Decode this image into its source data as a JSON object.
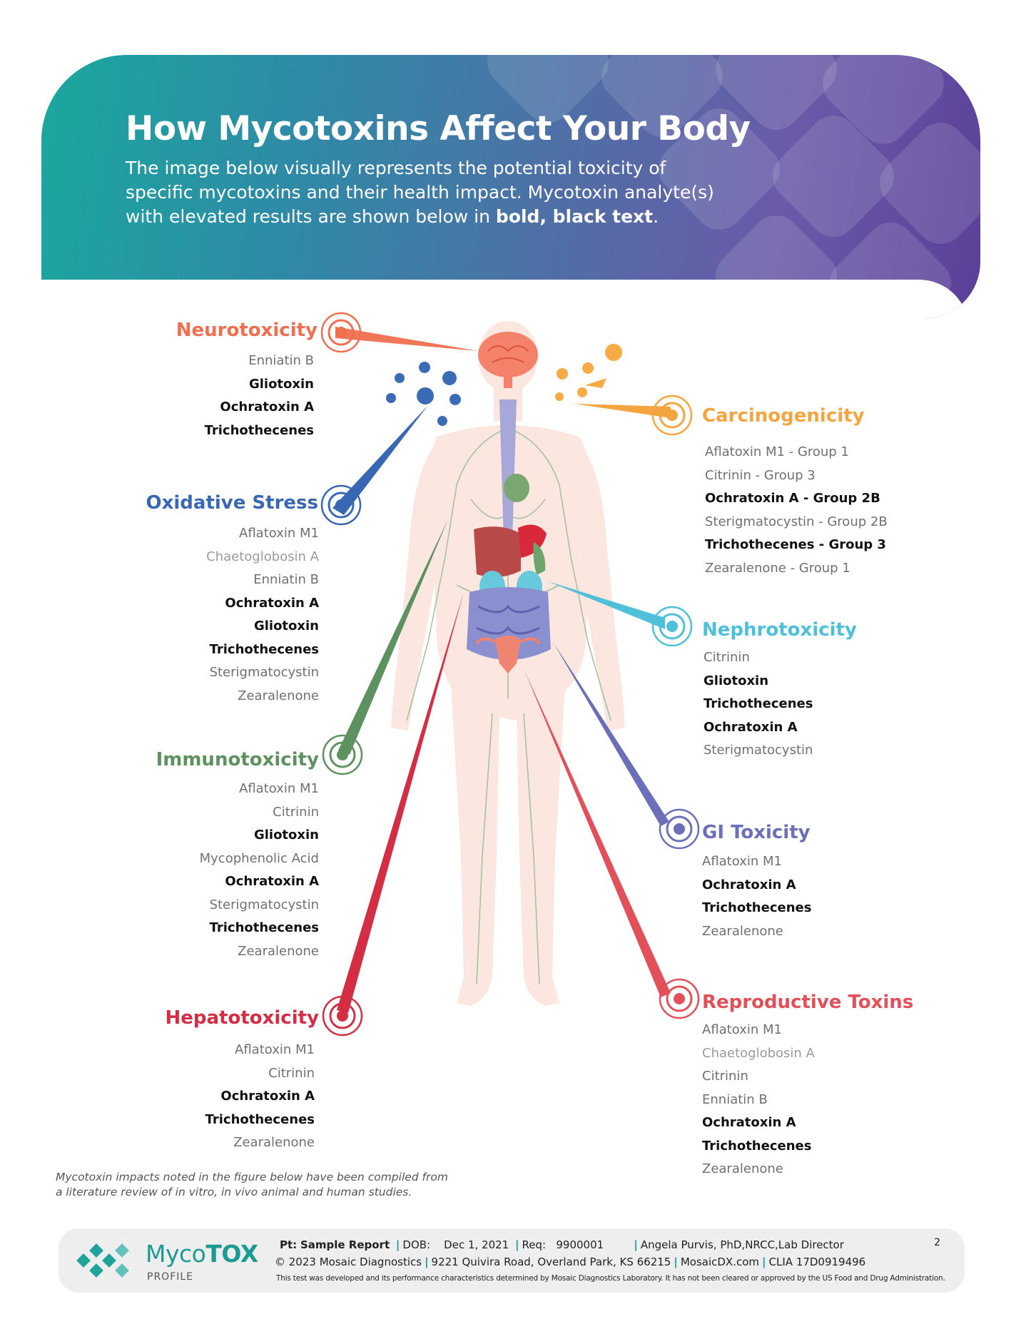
{
  "header": {
    "title": "How Mycotoxins Affect Your Body",
    "intro_line1": "The image below visually represents the potential toxicity of",
    "intro_line2": "specific mycotoxins and their health impact. Mycotoxin analyte(s)",
    "intro_line3_pre": "with elevated results are shown below in ",
    "intro_line3_bold": "bold, black text",
    "intro_line3_post": "."
  },
  "categories": {
    "neurotoxicity": {
      "title": "Neurotoxicity",
      "color": "#ef6f4f",
      "items": [
        {
          "label": "Enniatin B",
          "elevated": false
        },
        {
          "label": "Gliotoxin",
          "elevated": true
        },
        {
          "label": "Ochratoxin A",
          "elevated": true
        },
        {
          "label": "Trichothecenes",
          "elevated": true
        }
      ]
    },
    "oxidative_stress": {
      "title": "Oxidative Stress",
      "color": "#3867b4",
      "items": [
        {
          "label": "Aflatoxin M1",
          "elevated": false
        },
        {
          "label": "Chaetoglobosin A",
          "elevated": false
        },
        {
          "label": "Enniatin B",
          "elevated": false
        },
        {
          "label": "Ochratoxin A",
          "elevated": true
        },
        {
          "label": "Gliotoxin",
          "elevated": true
        },
        {
          "label": "Trichothecenes",
          "elevated": true
        },
        {
          "label": "Sterigmatocystin",
          "elevated": false
        },
        {
          "label": "Zearalenone",
          "elevated": false
        }
      ]
    },
    "immunotoxicity": {
      "title": "Immunotoxicity",
      "color": "#5e9160",
      "items": [
        {
          "label": "Aflatoxin M1",
          "elevated": false
        },
        {
          "label": "Citrinin",
          "elevated": false
        },
        {
          "label": "Gliotoxin",
          "elevated": true
        },
        {
          "label": "Mycophenolic Acid",
          "elevated": false
        },
        {
          "label": "Ochratoxin A",
          "elevated": true
        },
        {
          "label": "Sterigmatocystin",
          "elevated": false
        },
        {
          "label": "Trichothecenes",
          "elevated": true
        },
        {
          "label": "Zearalenone",
          "elevated": false
        }
      ]
    },
    "hepatotoxicity": {
      "title": "Hepatotoxicity",
      "color": "#d32e44",
      "items": [
        {
          "label": "Aflatoxin M1",
          "elevated": false
        },
        {
          "label": "Citrinin",
          "elevated": false
        },
        {
          "label": "Ochratoxin A",
          "elevated": true
        },
        {
          "label": "Trichothecenes",
          "elevated": true
        },
        {
          "label": "Zearalenone",
          "elevated": false
        }
      ]
    },
    "carcinogenicity": {
      "title": "Carcinogenicity",
      "color": "#f5a540",
      "items": [
        {
          "label": "Aflatoxin M1 - Group 1",
          "elevated": false
        },
        {
          "label": "Citrinin - Group 3",
          "elevated": false
        },
        {
          "label": "Ochratoxin A - Group 2B",
          "elevated": true
        },
        {
          "label": "Sterigmatocystin - Group 2B",
          "elevated": false
        },
        {
          "label": "Trichothecenes - Group 3",
          "elevated": true
        },
        {
          "label": "Zearalenone - Group 1",
          "elevated": false
        }
      ]
    },
    "nephrotoxicity": {
      "title": "Nephrotoxicity",
      "color": "#4fc0d9",
      "items": [
        {
          "label": "Citrinin",
          "elevated": false
        },
        {
          "label": "Gliotoxin",
          "elevated": true
        },
        {
          "label": "Trichothecenes",
          "elevated": true
        },
        {
          "label": "Ochratoxin A",
          "elevated": true
        },
        {
          "label": "Sterigmatocystin",
          "elevated": false
        }
      ]
    },
    "gi_toxicity": {
      "title": "GI Toxicity",
      "color": "#6a6fb8",
      "items": [
        {
          "label": "Aflatoxin M1",
          "elevated": false
        },
        {
          "label": "Ochratoxin A",
          "elevated": true
        },
        {
          "label": "Trichothecenes",
          "elevated": true
        },
        {
          "label": "Zearalenone",
          "elevated": false
        }
      ]
    },
    "reproductive_toxins": {
      "title": "Reproductive Toxins",
      "color": "#e2505a",
      "items": [
        {
          "label": "Aflatoxin M1",
          "elevated": false
        },
        {
          "label": "Chaetoglobosin A",
          "elevated": false
        },
        {
          "label": "Citrinin",
          "elevated": false
        },
        {
          "label": "Enniatin B",
          "elevated": false
        },
        {
          "label": "Ochratoxin A",
          "elevated": true
        },
        {
          "label": "Trichothecenes",
          "elevated": true
        },
        {
          "label": "Zearalenone",
          "elevated": false
        }
      ]
    }
  },
  "footnote": {
    "line1": "Mycotoxin impacts noted in the figure below have been compiled from",
    "line2": "a literature review of in vitro, in vivo animal and human studies."
  },
  "footer": {
    "logo_name_regular": "Myco",
    "logo_name_bold": "TOX",
    "logo_sub": "PROFILE",
    "pt_label": "Pt:",
    "pt_value": "Sample Report",
    "dob_label": "DOB:",
    "dob_value": "Dec 1, 2021",
    "req_label": "Req:",
    "req_value": "9900001",
    "director": "Angela Purvis, PhD,NRCC,Lab Director",
    "copyright": "© 2023 Mosaic Diagnostics",
    "address": "9221 Quivira Road, Overland Park, KS 66215",
    "website": "MosaicDX.com",
    "clia": "CLIA 17D0919496",
    "disclaimer": "This test was developed and its performance characteristics determined by Mosaic Diagnostics Laboratory. It has not been cleared or approved by the US Food and Drug Administration.",
    "page_number": "2"
  }
}
